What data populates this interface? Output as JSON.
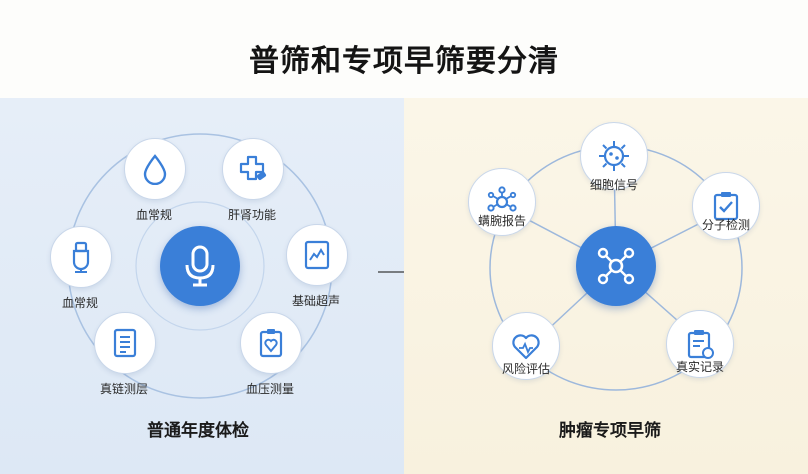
{
  "title": "普筛和专项早筛要分清",
  "left_panel": {
    "title": "普通年度体检",
    "center_icon": "microphone-icon",
    "nodes": [
      {
        "label": "血常规",
        "icon": "water-drop-icon"
      },
      {
        "label": "肝肾功能",
        "icon": "medical-cross-icon"
      },
      {
        "label": "基础超声",
        "icon": "monitor-chart-icon"
      },
      {
        "label": "血压测量",
        "icon": "clipboard-heart-icon"
      },
      {
        "label": "真链测层",
        "icon": "document-list-icon"
      },
      {
        "label": "血常规",
        "icon": "test-tube-icon"
      }
    ]
  },
  "right_panel": {
    "title": "肿瘤专项早筛",
    "center_icon": "network-nodes-icon",
    "nodes": [
      {
        "label": "细胞信号",
        "icon": "cell-virus-icon"
      },
      {
        "label": "分子检测",
        "icon": "clipboard-check-icon"
      },
      {
        "label": "真实记录",
        "icon": "clipboard-record-icon"
      },
      {
        "label": "风险评估",
        "icon": "heart-pulse-icon"
      },
      {
        "label": "螨腕报告",
        "icon": "molecule-icon"
      }
    ]
  },
  "arrow_icon": "right-arrow-icon",
  "colors": {
    "accent": "#3a7fd8",
    "left_bg": "#e6eef8",
    "right_bg": "#fbf6e8",
    "line": "#8fb0da"
  }
}
